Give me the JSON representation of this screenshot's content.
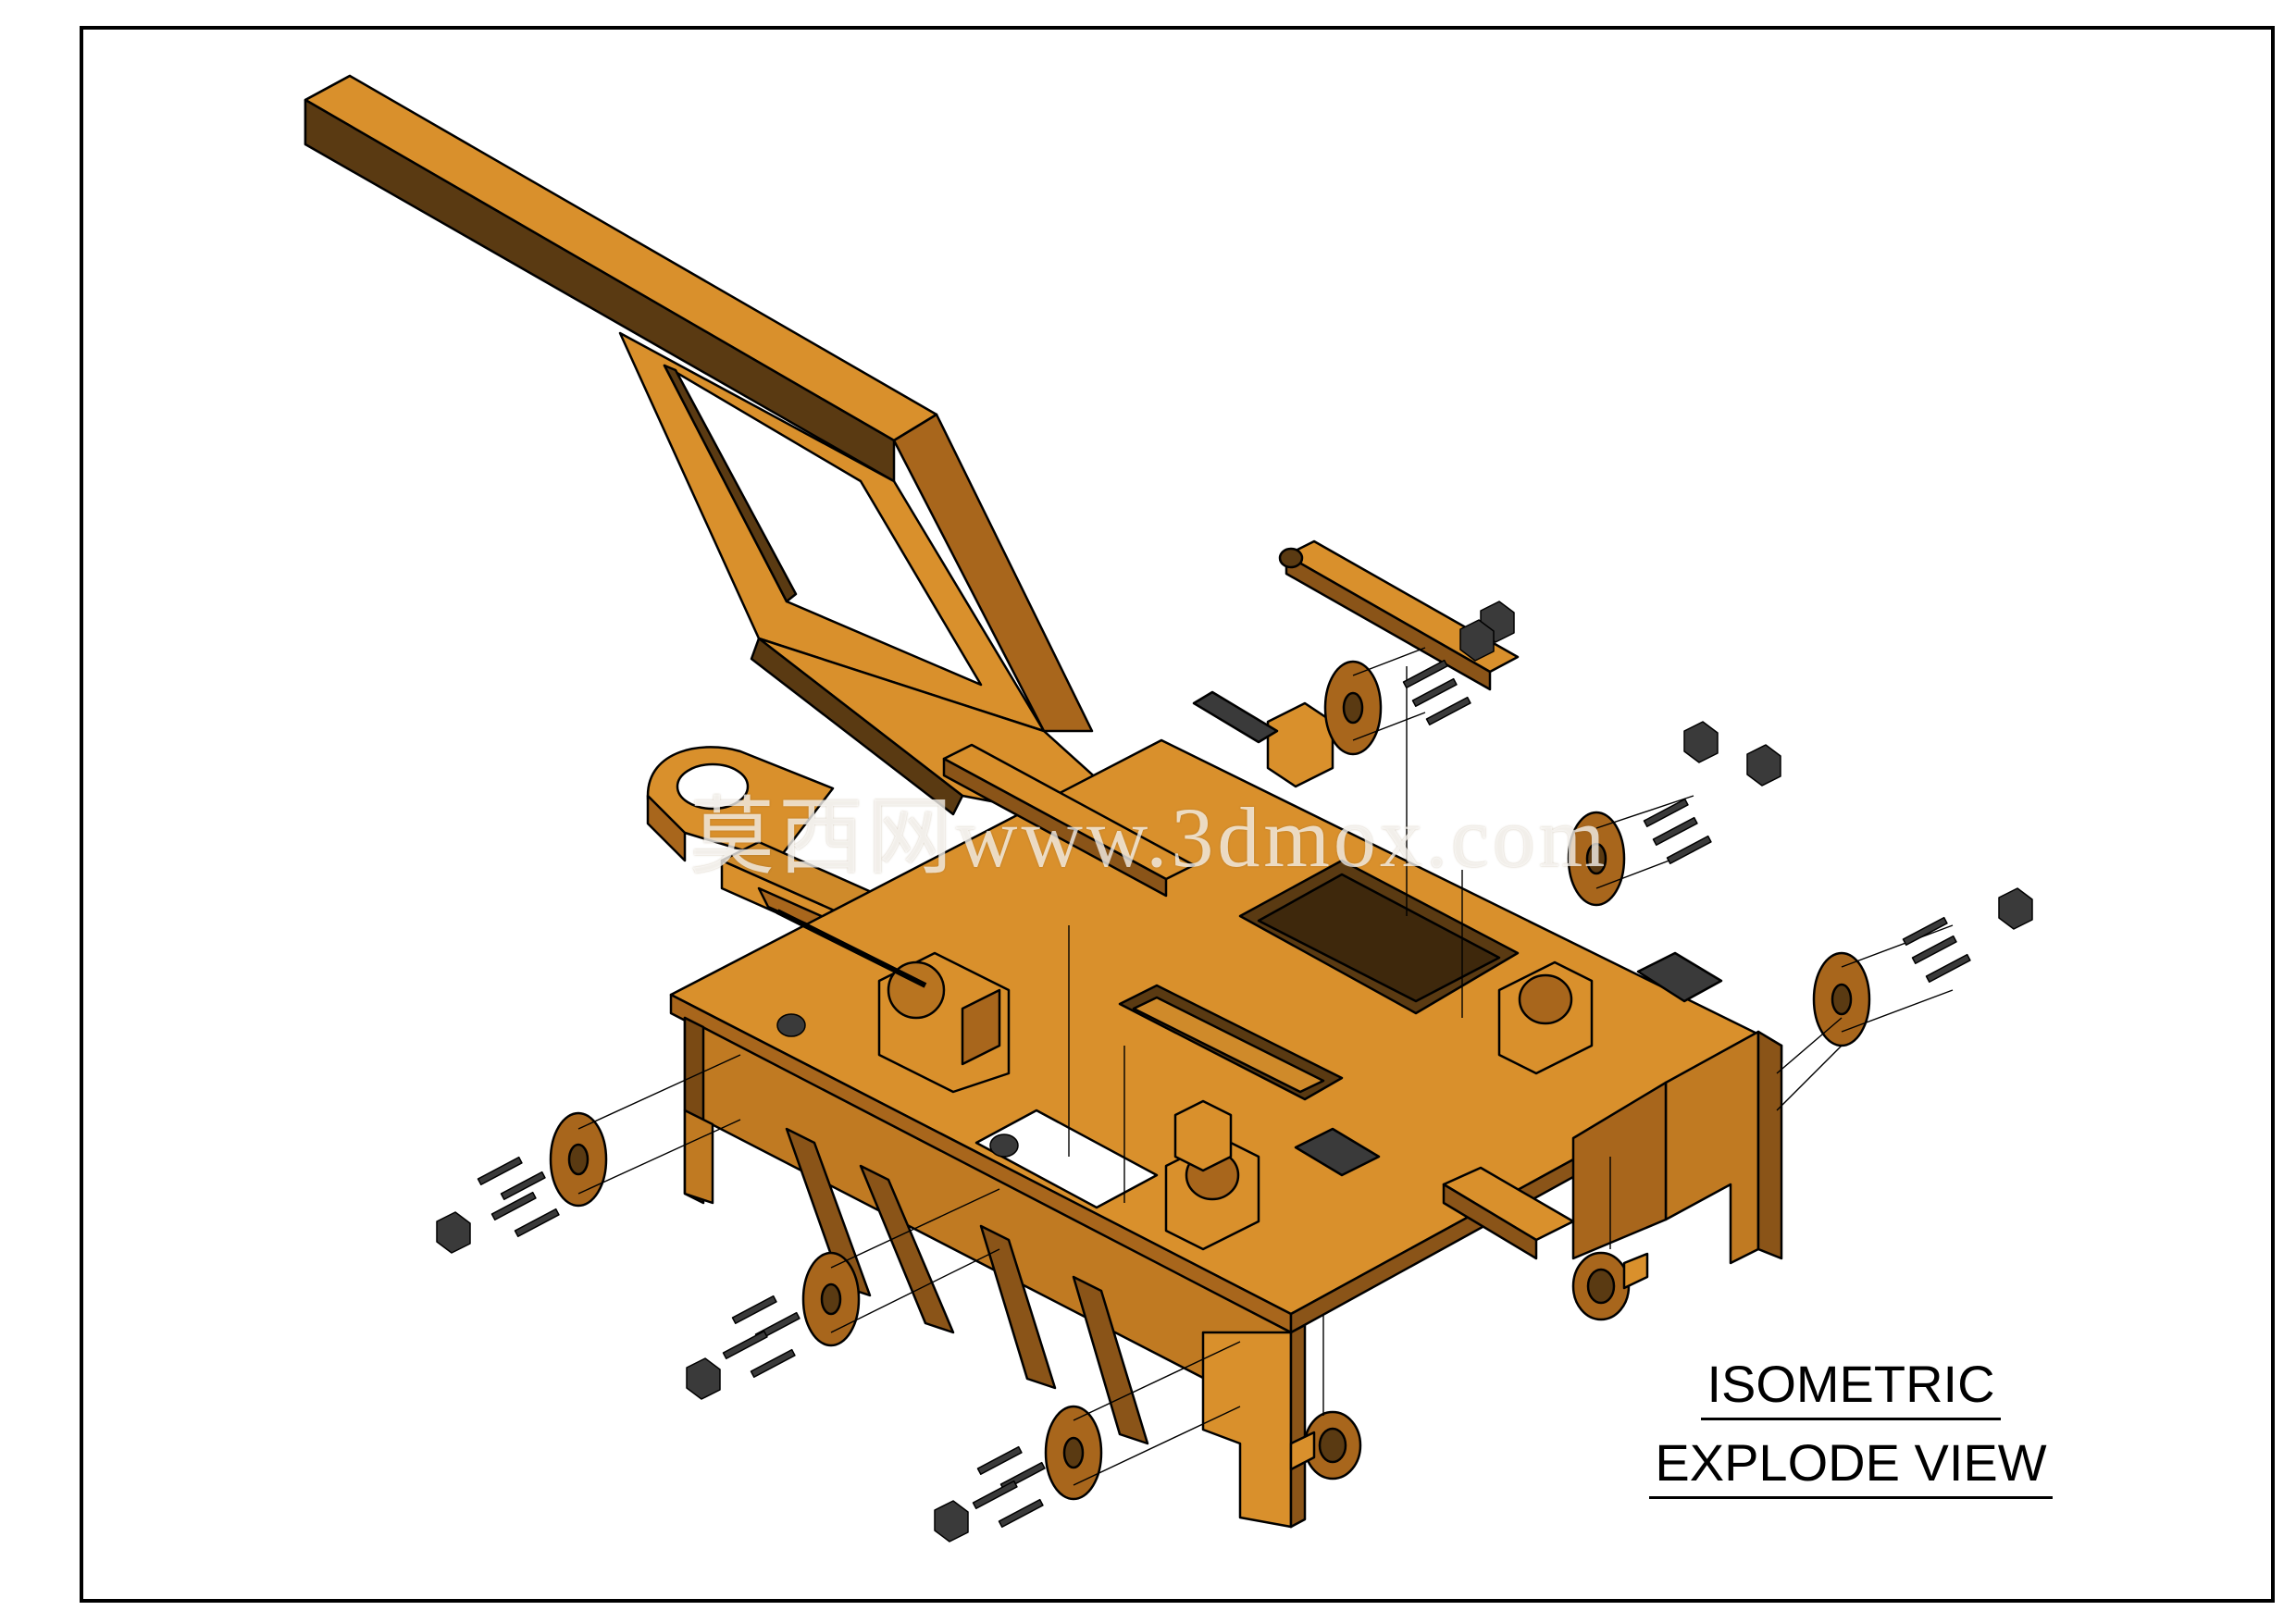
{
  "drawing": {
    "title_line_1": "ISOMETRIC",
    "title_line_2": "EXPLODE VIEW",
    "watermark": "莫西网www.3dmox.com"
  },
  "colors": {
    "face_light": "#D9902C",
    "face_top": "#CF8A2A",
    "face_dark": "#5A3A12",
    "face_mid": "#A8661C",
    "hardware": "#3A3A3A",
    "outline": "#000000"
  }
}
